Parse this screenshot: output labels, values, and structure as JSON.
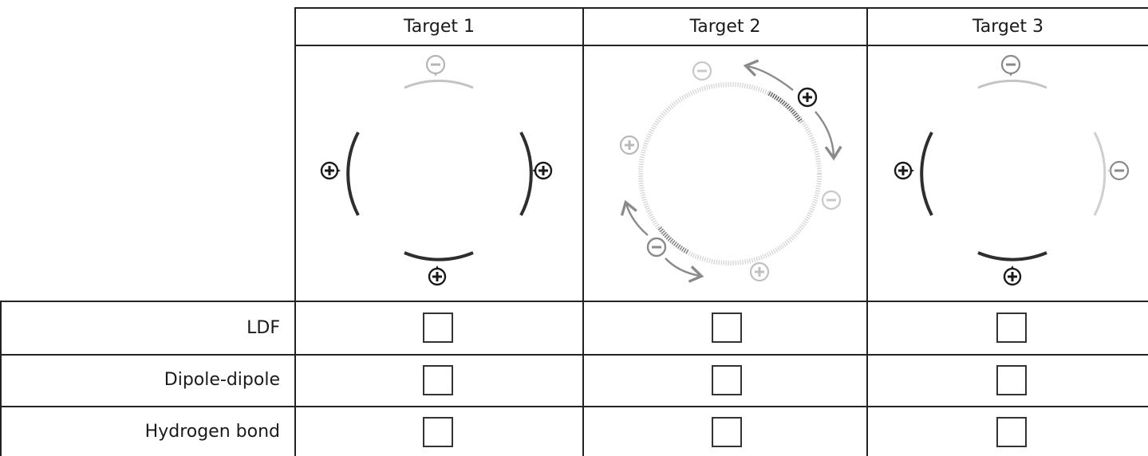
{
  "table": {
    "targets": [
      "Target 1",
      "Target 2",
      "Target 3"
    ],
    "rows": [
      {
        "label": "LDF",
        "checked": [
          false,
          false,
          false
        ]
      },
      {
        "label": "Dipole-dipole",
        "checked": [
          false,
          false,
          false
        ]
      },
      {
        "label": "Hydrogen bond",
        "checked": [
          false,
          false,
          false
        ]
      }
    ]
  },
  "icons": {
    "plus": "plus-charge-icon",
    "minus": "minus-charge-icon",
    "arrow": "rotation-arrow-icon"
  },
  "colors": {
    "grid": "#222222",
    "dark_charge": "#1a1a1a",
    "faint_charge": "#b5b5b5",
    "mid_charge": "#8a8a8a",
    "arrow": "#8a8a8a"
  }
}
